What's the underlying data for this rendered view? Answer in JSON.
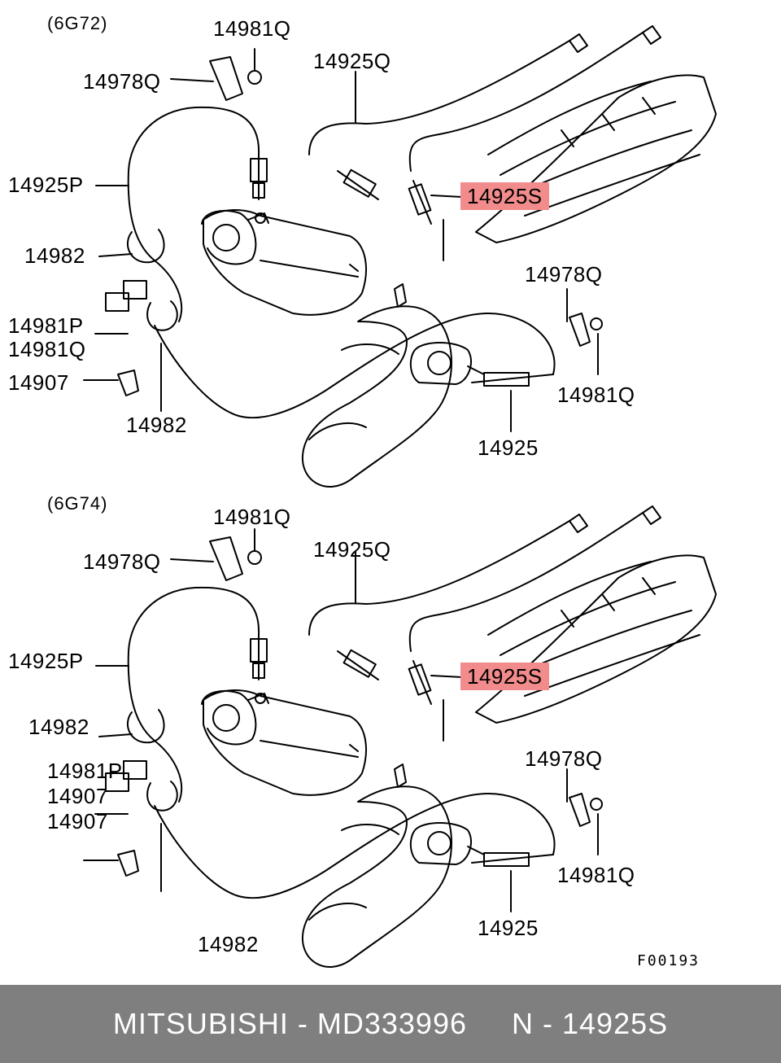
{
  "diagram": {
    "top": {
      "section": "(6G72)",
      "labels": {
        "a": "14981Q",
        "b": "14978Q",
        "c": "14925Q",
        "d": "14925P",
        "e": "14925S",
        "f": "14982",
        "g": "14978Q",
        "h": "14981P",
        "i": "14981Q",
        "j": "14907",
        "k": "14981Q",
        "l": "14982",
        "m": "14925"
      }
    },
    "bottom": {
      "section": "(6G74)",
      "labels": {
        "a": "14981Q",
        "b": "14978Q",
        "c": "14925Q",
        "d": "14925P",
        "e": "14925S",
        "f": "14982",
        "g": "14978Q",
        "h": "14981P",
        "i": "14907",
        "j": "14907",
        "k": "14981Q",
        "l": "14925",
        "m": "14982"
      }
    },
    "figure_code": "F00193",
    "highlight_color": "#f28b8b"
  },
  "footer": {
    "brand": "MITSUBISHI",
    "sep1": " - ",
    "part_number": "MD333996",
    "gap": "     ",
    "n_label": "N",
    "sep2": " - ",
    "ref": "14925S"
  }
}
